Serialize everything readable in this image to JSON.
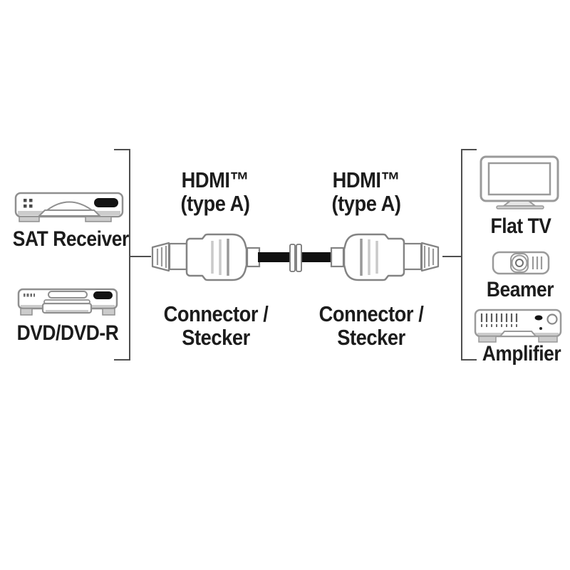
{
  "diagram": {
    "left_group": {
      "devices": [
        {
          "label": "SAT Receiver"
        },
        {
          "label": "DVD/DVD-R"
        }
      ]
    },
    "right_group": {
      "devices": [
        {
          "label": "Flat TV"
        },
        {
          "label": "Beamer"
        },
        {
          "label": "Amplifier"
        }
      ]
    },
    "cable": {
      "left_connector": {
        "type_line1": "HDMI™",
        "type_line2": "(type A)",
        "name_line1": "Connector /",
        "name_line2": "Stecker"
      },
      "right_connector": {
        "type_line1": "HDMI™",
        "type_line2": "(type A)",
        "name_line1": "Connector /",
        "name_line2": "Stecker"
      }
    },
    "icons": [
      "sat-receiver-icon",
      "dvd-player-icon",
      "hdmi-plug-left-icon",
      "cable-break-icon",
      "hdmi-plug-right-icon",
      "flat-tv-icon",
      "beamer-icon",
      "amplifier-icon"
    ],
    "colors": {
      "background": "#ffffff",
      "icon_outline": "#8f8f8f",
      "bracket_line": "#4f4f4f",
      "cable_black": "#101010",
      "text": "#1c1c1c",
      "shadow_gray": "#cccccc"
    }
  }
}
